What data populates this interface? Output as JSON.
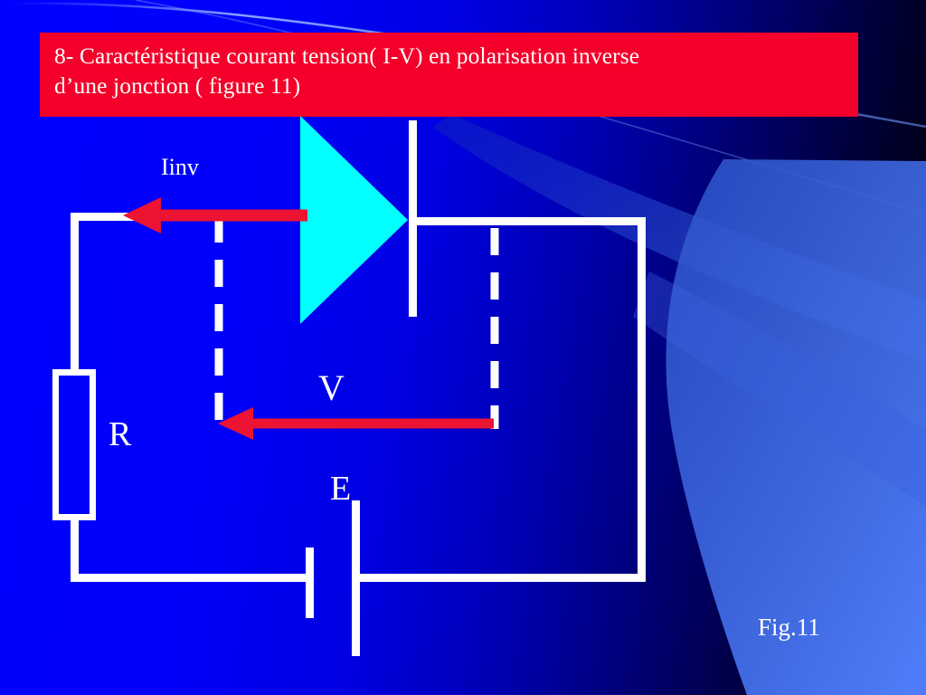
{
  "slide": {
    "title": "8- Caractéristique courant tension( I-V) en polarisation inverse\nd’une jonction ( figure 11)",
    "figure_caption": "Fig.11",
    "colors": {
      "banner": "#f4002a",
      "background_left": "#0000ff",
      "background_right": "#000005",
      "wire": "#ffffff",
      "diode_fill": "#00ffff",
      "arrow": "#ec1432",
      "decor_light": "#4169f0",
      "decor_mid": "#2a4bbd",
      "text": "#ffffff"
    }
  },
  "diagram": {
    "type": "circuit-schematic",
    "description": "Reverse-biased p-n junction diode in series with a resistor R and a DC source E",
    "labels": {
      "current": "Iinv",
      "resistor": "R",
      "voltage": "V",
      "source": "E"
    },
    "components": [
      {
        "name": "resistor",
        "label": "R",
        "symbol": "rectangle-box"
      },
      {
        "name": "diode",
        "label": "",
        "symbol": "triangle-bar"
      },
      {
        "name": "source",
        "label": "E",
        "symbol": "battery-cell"
      }
    ],
    "arrows": [
      {
        "name": "current-arrow",
        "label": "Iinv",
        "direction": "left"
      },
      {
        "name": "voltage-arrow",
        "label": "V",
        "direction": "left"
      }
    ]
  }
}
